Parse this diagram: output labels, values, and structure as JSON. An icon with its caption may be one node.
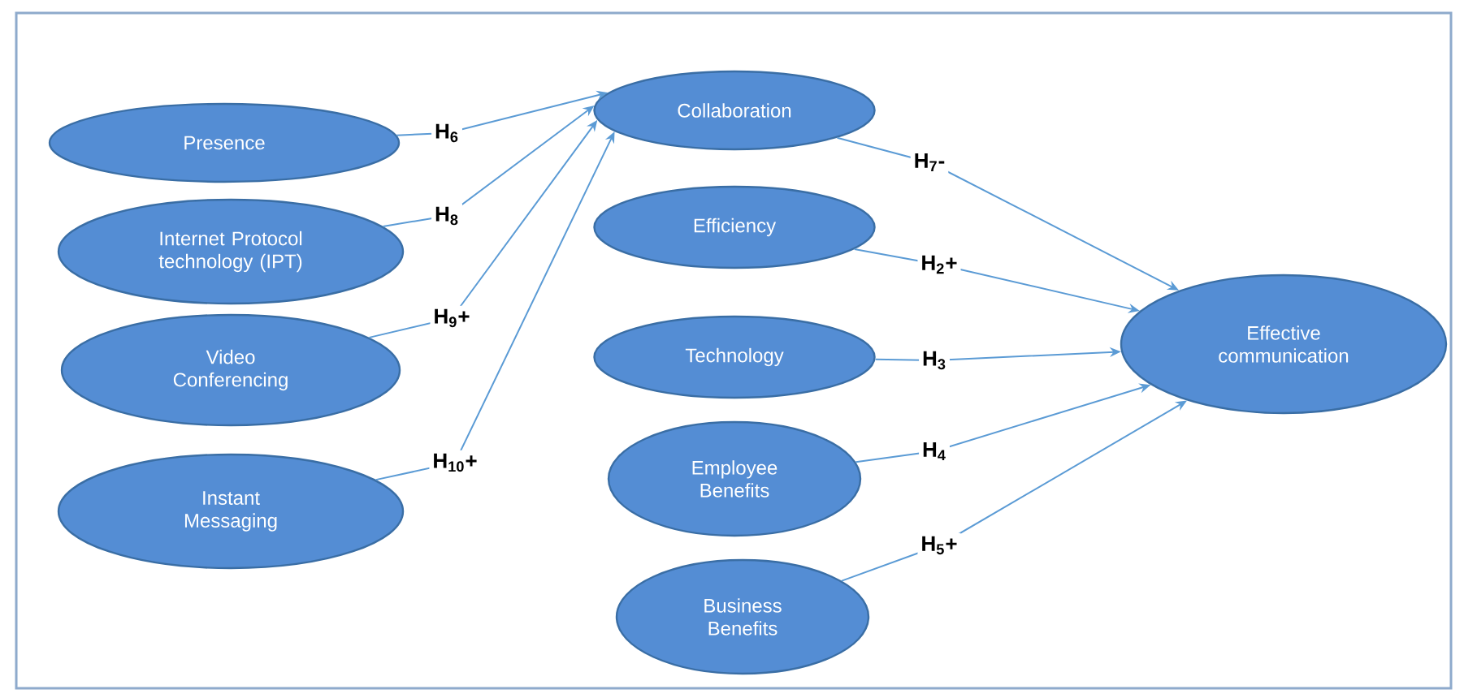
{
  "diagram": {
    "nodes": [
      {
        "text": [
          "Presence"
        ]
      },
      {
        "text": [
          "Internet Protocol technology (IPT)"
        ]
      },
      {
        "text": [
          "Video Conferencing"
        ]
      },
      {
        "text": [
          "Instant Messaging"
        ]
      },
      {
        "text": [
          "Collaboration"
        ]
      },
      {
        "text": [
          "Efficiency"
        ]
      },
      {
        "text": [
          "Technology"
        ]
      },
      {
        "text": [
          "Employee Benefits"
        ]
      },
      {
        "text": [
          "Business Benefits"
        ]
      },
      {
        "text": [
          "Effective communication"
        ]
      }
    ],
    "edges": [
      {
        "from": 0,
        "to": 4,
        "arrow": "to",
        "label": "H$_{6}$"
      },
      {
        "from": 1,
        "to": 4,
        "arrow": "to",
        "label": "H$_{8}$"
      },
      {
        "from": 2,
        "to": 4,
        "arrow": "to",
        "label": "H$_{9}$+"
      },
      {
        "from": 3,
        "to": 4,
        "arrow": "to",
        "label": "H$_{10}$+"
      },
      {
        "from": 4,
        "to": 9,
        "arrow": "to",
        "label": "H$_{7}$-"
      },
      {
        "from": 5,
        "to": 9,
        "arrow": "to",
        "label": "H$_{2}$+"
      },
      {
        "from": 6,
        "to": 9,
        "arrow": "to",
        "label": "H$_{3}$"
      },
      {
        "from": 7,
        "to": 9,
        "arrow": "to",
        "label": "H$_{4}$"
      },
      {
        "from": 8,
        "to": 9,
        "arrow": "to",
        "label": "H$_{5}$+"
      }
    ]
  }
}
